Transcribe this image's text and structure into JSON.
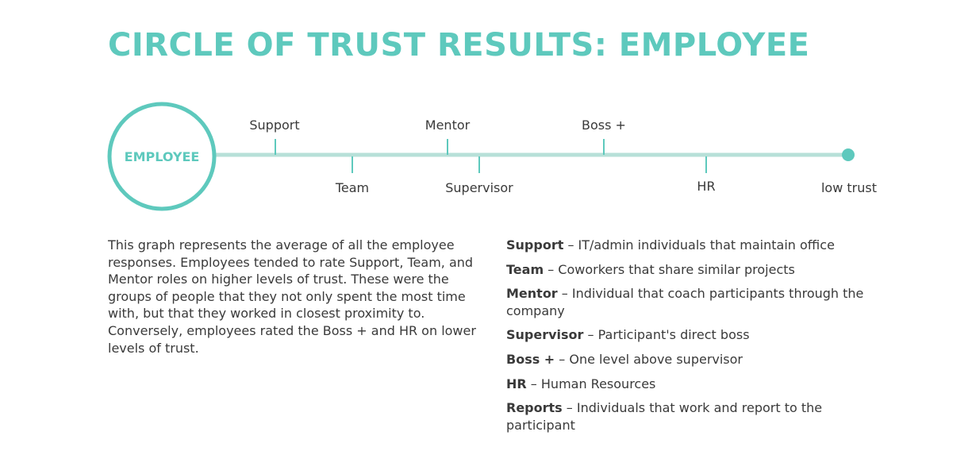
{
  "title": "CIRCLE OF TRUST RESULTS: EMPLOYEE",
  "colors": {
    "accent": "#5ec9bd",
    "line": "#b7e0d8",
    "text": "#3a3a3a"
  },
  "diagram": {
    "center_label": "EMPLOYEE",
    "end_label": "low trust",
    "markers": [
      {
        "label": "Support",
        "side": "above"
      },
      {
        "label": "Team",
        "side": "below"
      },
      {
        "label": "Mentor",
        "side": "above"
      },
      {
        "label": "Supervisor",
        "side": "below"
      },
      {
        "label": "Boss +",
        "side": "above"
      },
      {
        "label": "HR",
        "side": "below"
      }
    ]
  },
  "paragraph": "This graph represents the average of all the employee responses. Employees tended to rate Support, Team, and Mentor roles on higher levels of trust. These were the groups of people that they not only spent the most time with, but that they worked in closest proximity to. Conversely, employees rated the Boss + and HR on lower levels of trust.",
  "definitions": [
    {
      "term": "Support",
      "desc": " – IT/admin individuals that maintain office"
    },
    {
      "term": "Team",
      "desc": " – Coworkers that share similar projects"
    },
    {
      "term": "Mentor",
      "desc": " – Individual that coach participants through the company"
    },
    {
      "term": "Supervisor",
      "desc": " – Participant's direct boss"
    },
    {
      "term": "Boss +",
      "desc": " – One level above supervisor"
    },
    {
      "term": "HR",
      "desc": " – Human Resources"
    },
    {
      "term": "Reports",
      "desc": " – Individuals that work and report to the participant"
    }
  ]
}
